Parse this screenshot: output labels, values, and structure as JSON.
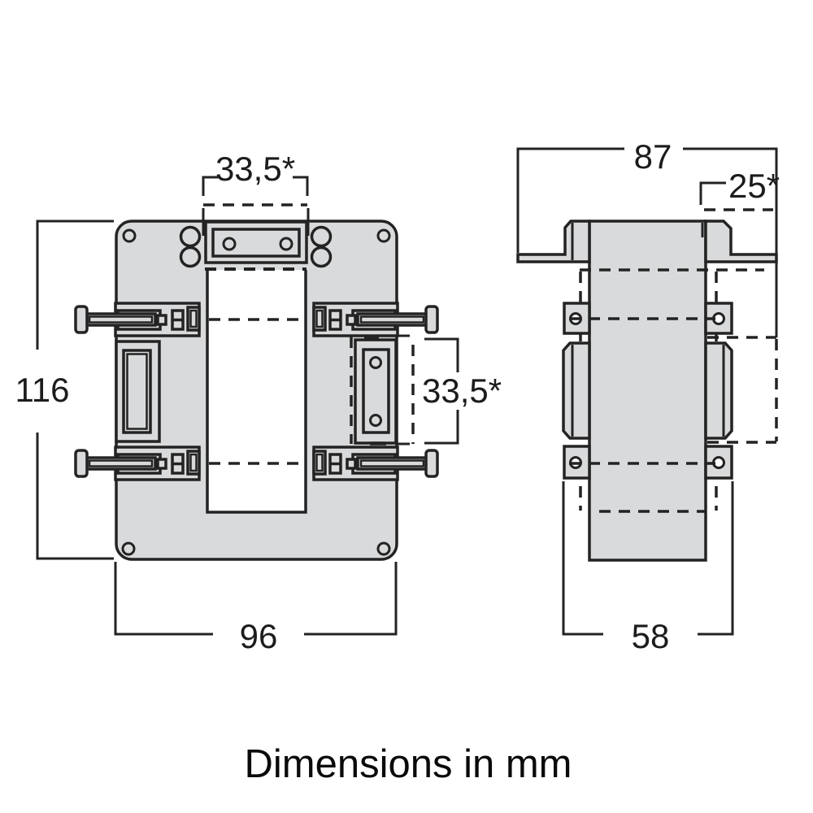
{
  "caption": "Dimensions in mm",
  "colors": {
    "line": "#232323",
    "part_fill": "#d9dadb",
    "window_fill": "#ffffff",
    "background": "#ffffff",
    "text": "#1c1c1c"
  },
  "dimensions": {
    "front_window_width": "33,5*",
    "front_overall_height": "116",
    "front_overall_width": "96",
    "front_window_height": "33,5*",
    "side_overall_width": "87",
    "side_top_offset": "25*",
    "side_body_width": "58"
  }
}
